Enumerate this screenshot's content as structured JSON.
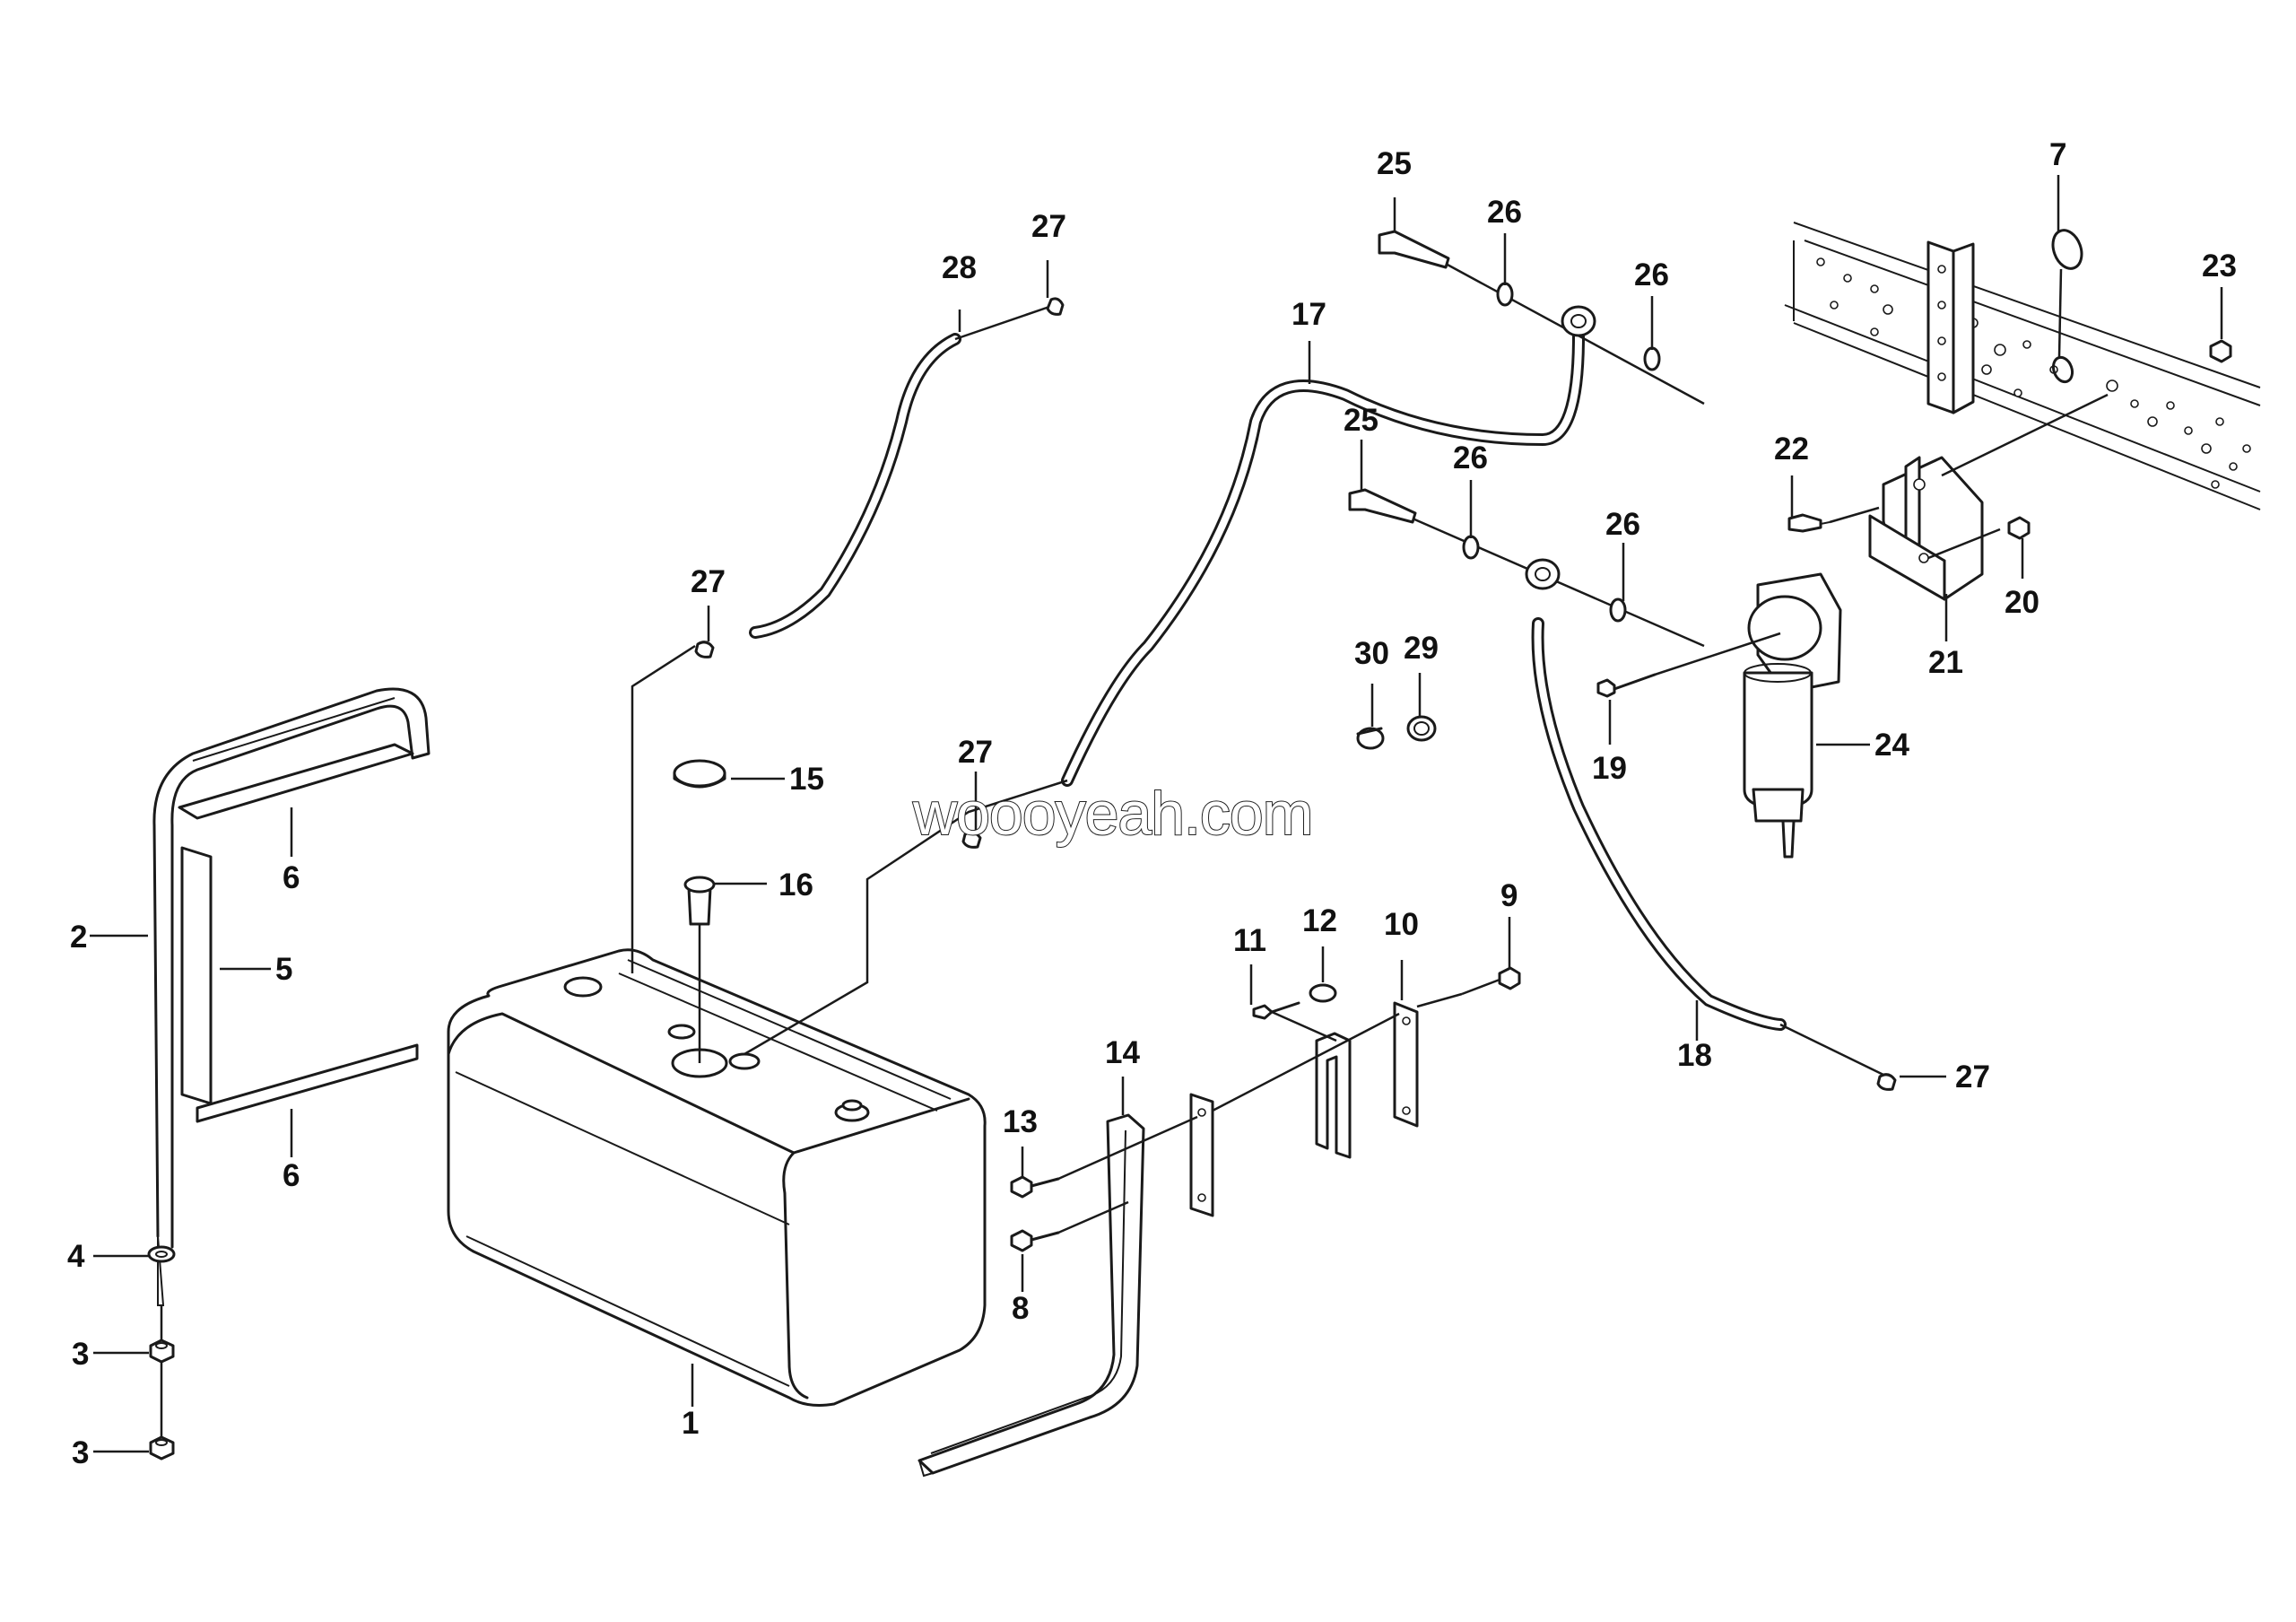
{
  "watermark": "woooyeah.com",
  "callouts": {
    "c1": "1",
    "c2": "2",
    "c3a": "3",
    "c3b": "3",
    "c4": "4",
    "c5": "5",
    "c6a": "6",
    "c6b": "6",
    "c7": "7",
    "c8": "8",
    "c9": "9",
    "c10": "10",
    "c11": "11",
    "c12": "12",
    "c13": "13",
    "c14": "14",
    "c15": "15",
    "c16": "16",
    "c17": "17",
    "c18": "18",
    "c19": "19",
    "c20": "20",
    "c21": "21",
    "c22": "22",
    "c23": "23",
    "c24": "24",
    "c25a": "25",
    "c25b": "25",
    "c26a": "26",
    "c26b": "26",
    "c26c": "26",
    "c26d": "26",
    "c27a": "27",
    "c27b": "27",
    "c27c": "27",
    "c27d": "27",
    "c28": "28",
    "c29": "29",
    "c30": "30"
  }
}
